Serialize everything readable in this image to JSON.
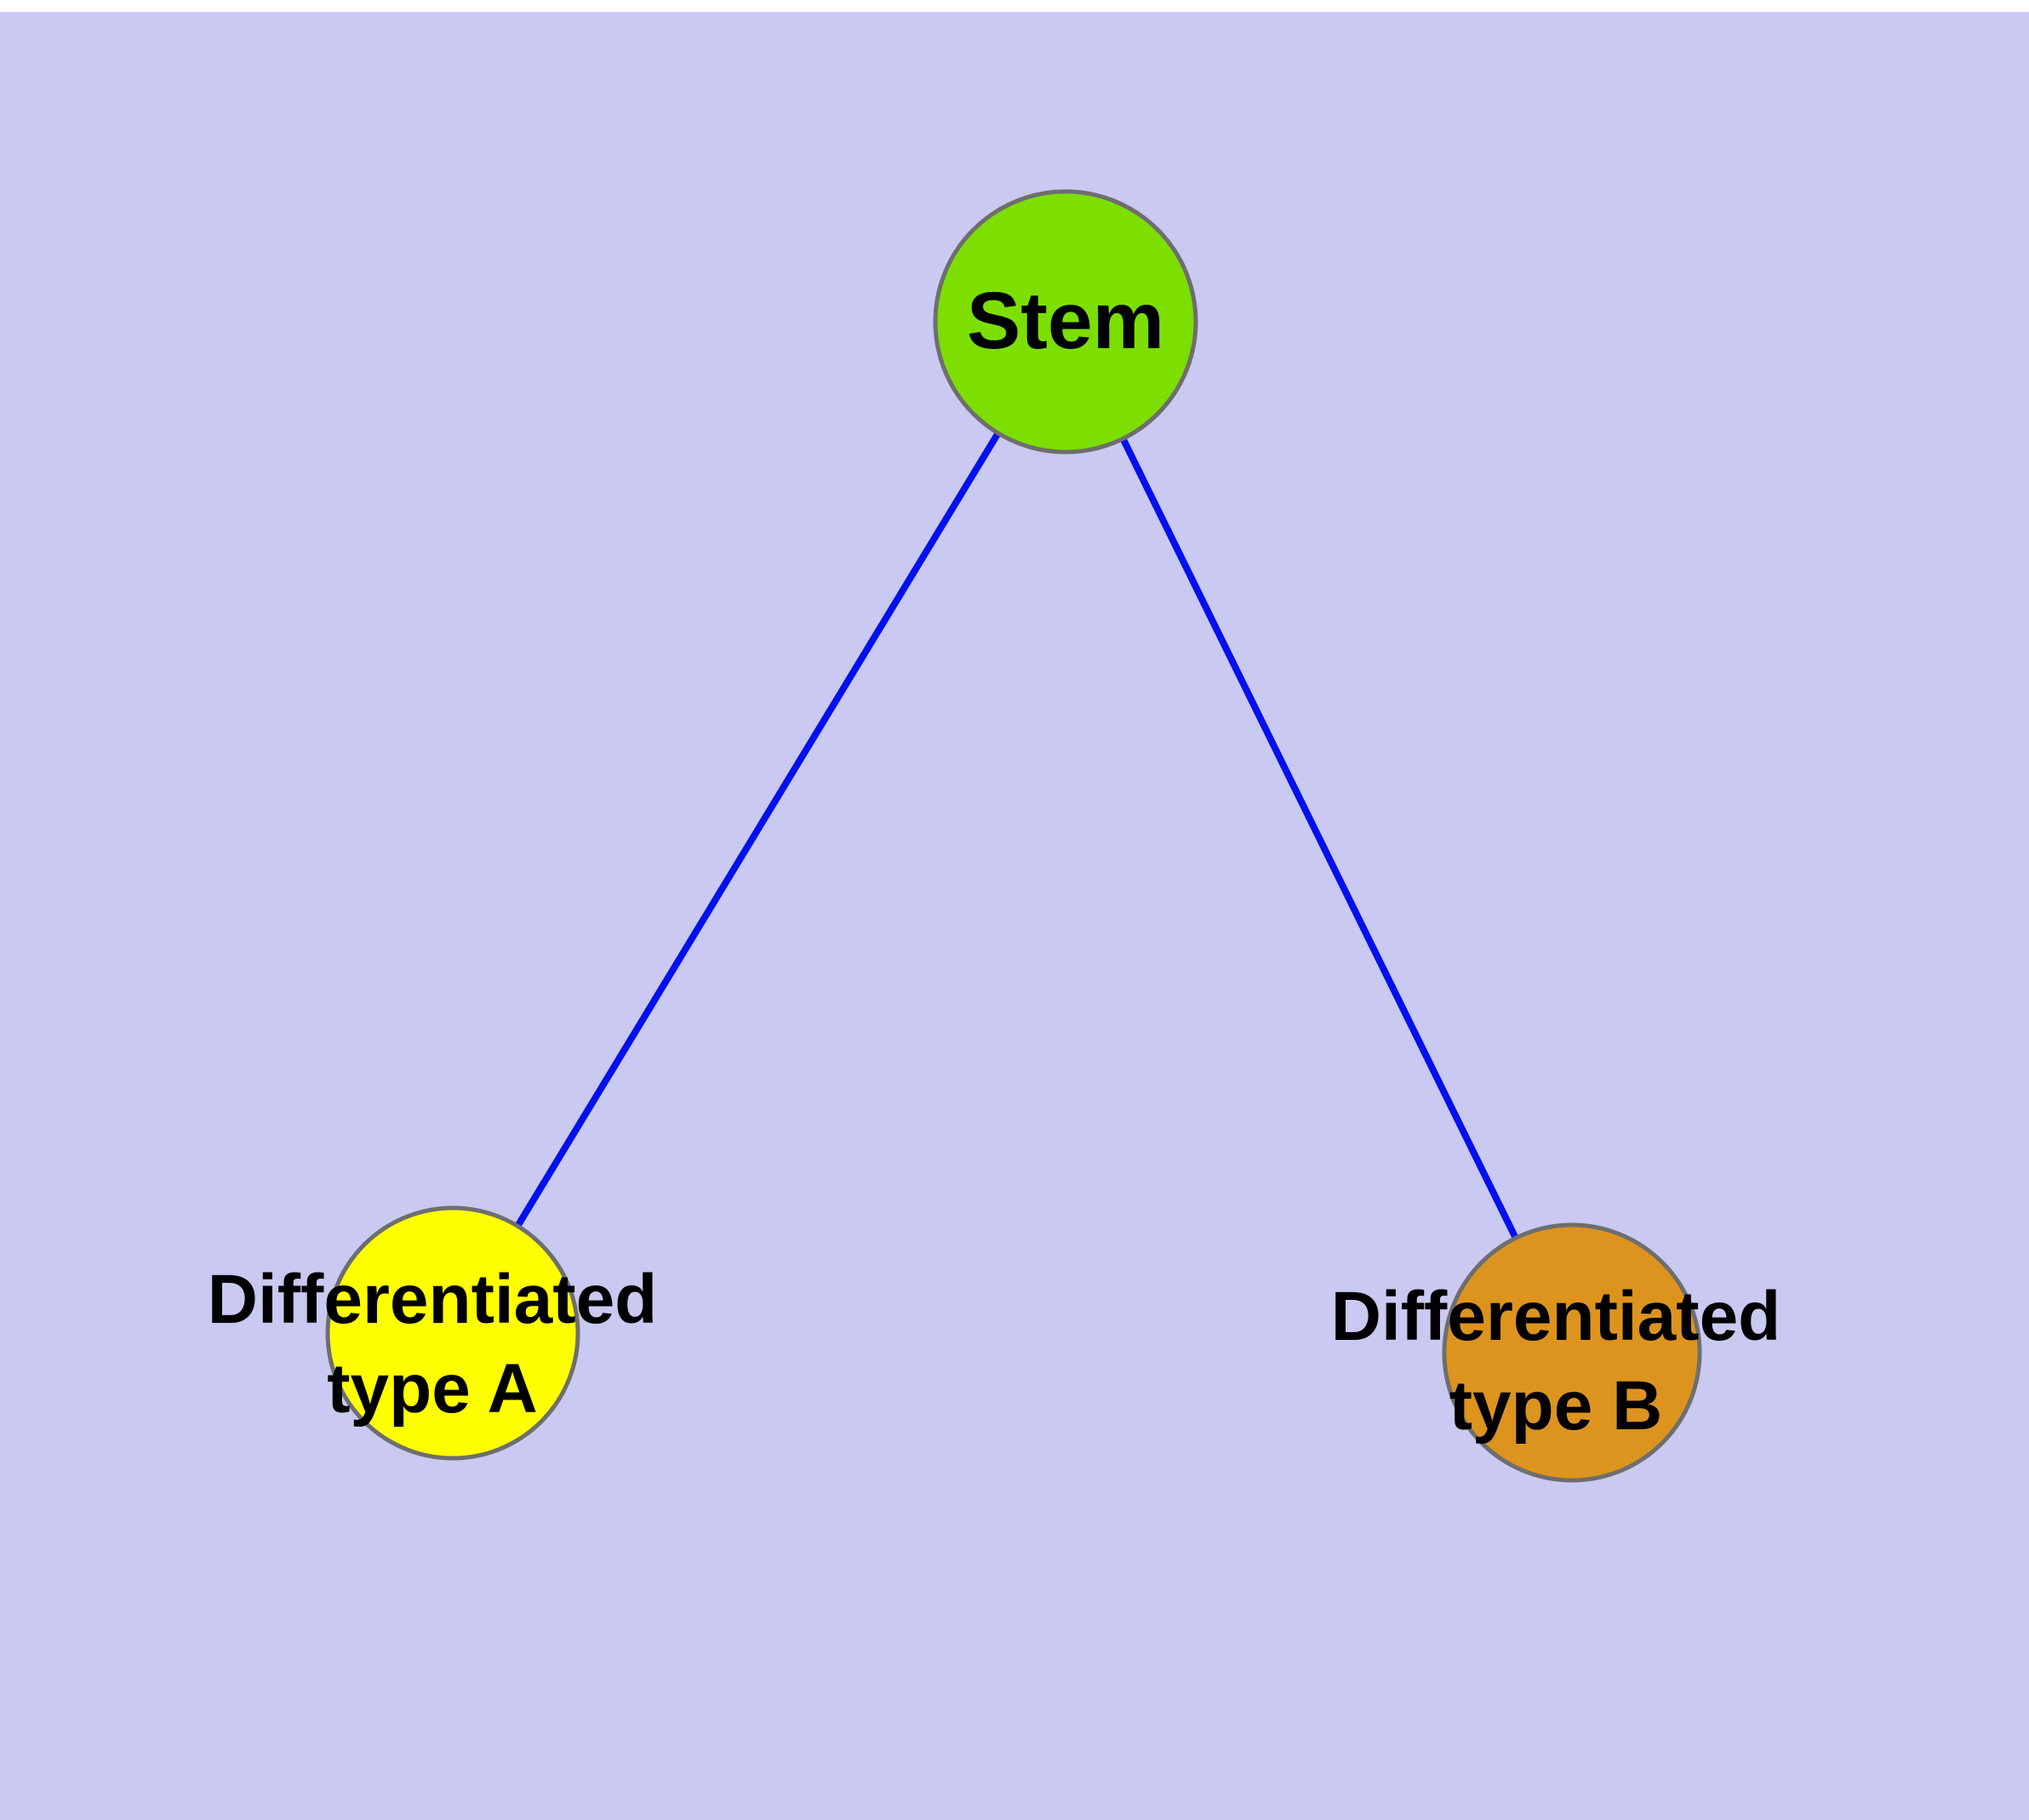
{
  "diagram": {
    "colors": {
      "background": "#c9c9f1",
      "edge": "#0010ee",
      "node_stroke": "#6e6e6e"
    },
    "nodes": {
      "stem": {
        "label": "Stem",
        "fill": "#7cdf01"
      },
      "type_a": {
        "line1": "Differentiated",
        "line2": "type A",
        "fill": "#ffff00"
      },
      "type_b": {
        "line1": "Differentiated",
        "line2": "type B",
        "fill": "#dd941e"
      }
    }
  }
}
